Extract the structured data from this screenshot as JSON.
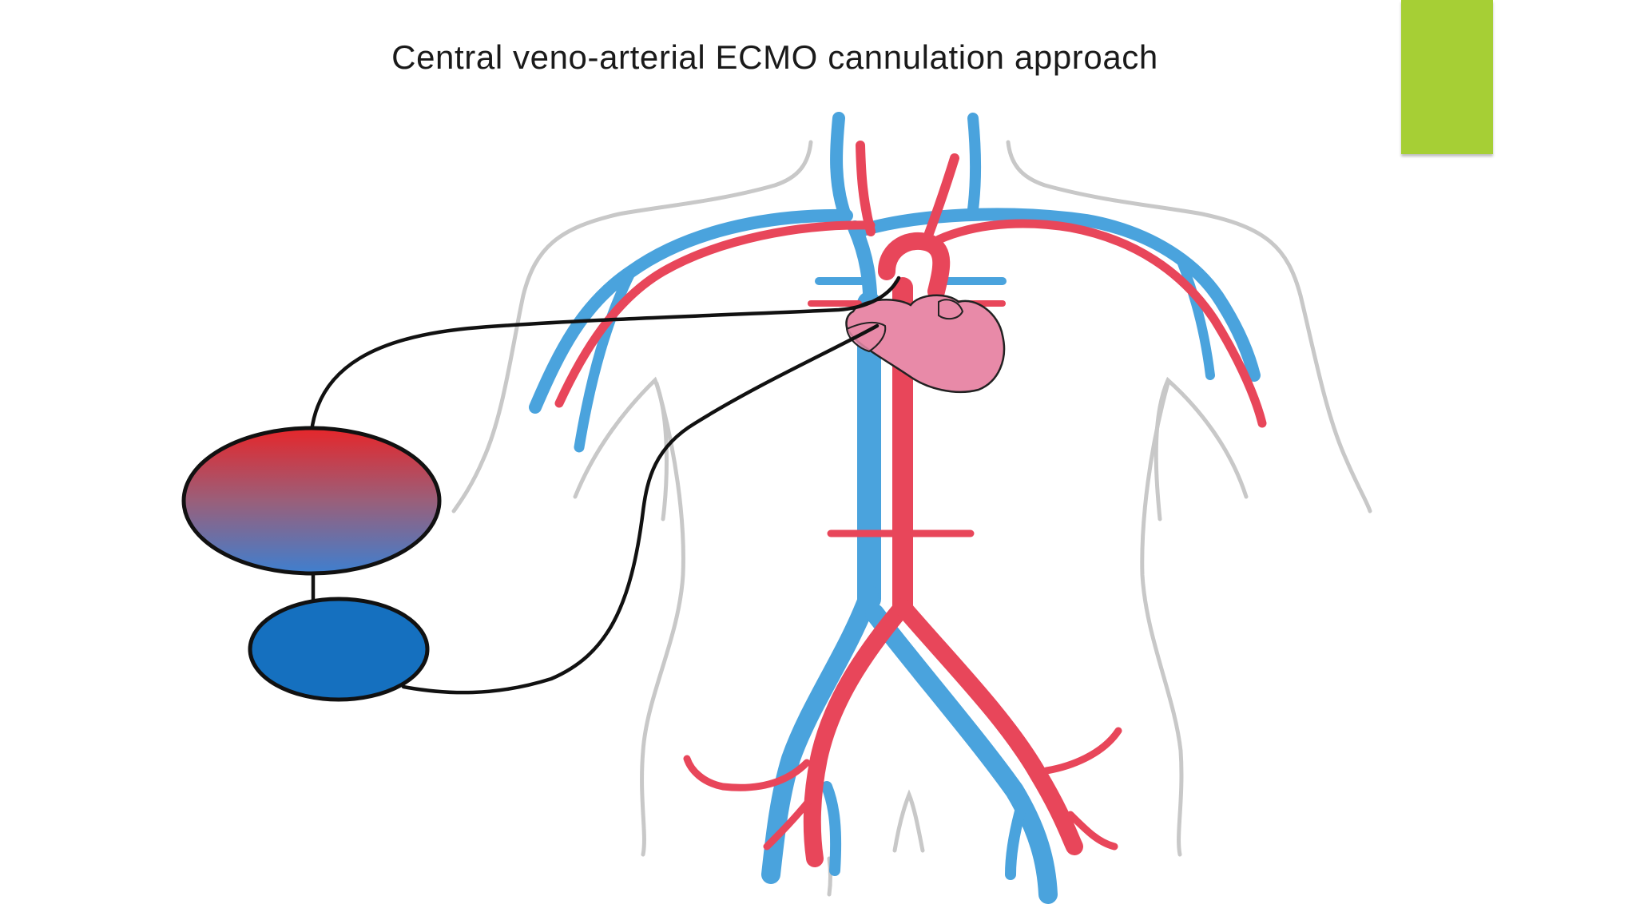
{
  "slide": {
    "title": "Central veno-arterial ECMO cannulation approach"
  },
  "colors": {
    "accent": "#a6cf35",
    "vein": "#4aa3dd",
    "artery": "#e8465a",
    "heart": "#e88aa8",
    "pump": "#1570bf",
    "oxygenator_top": "#e6262a",
    "oxygenator_bottom": "#3f7fcf",
    "body_outline": "#c8c8c8",
    "tubing": "#111111"
  },
  "diagram": {
    "components": [
      "body-outline",
      "venous-system",
      "arterial-system",
      "heart",
      "ecmo-oxygenator",
      "ecmo-pump",
      "ecmo-tubing"
    ]
  }
}
